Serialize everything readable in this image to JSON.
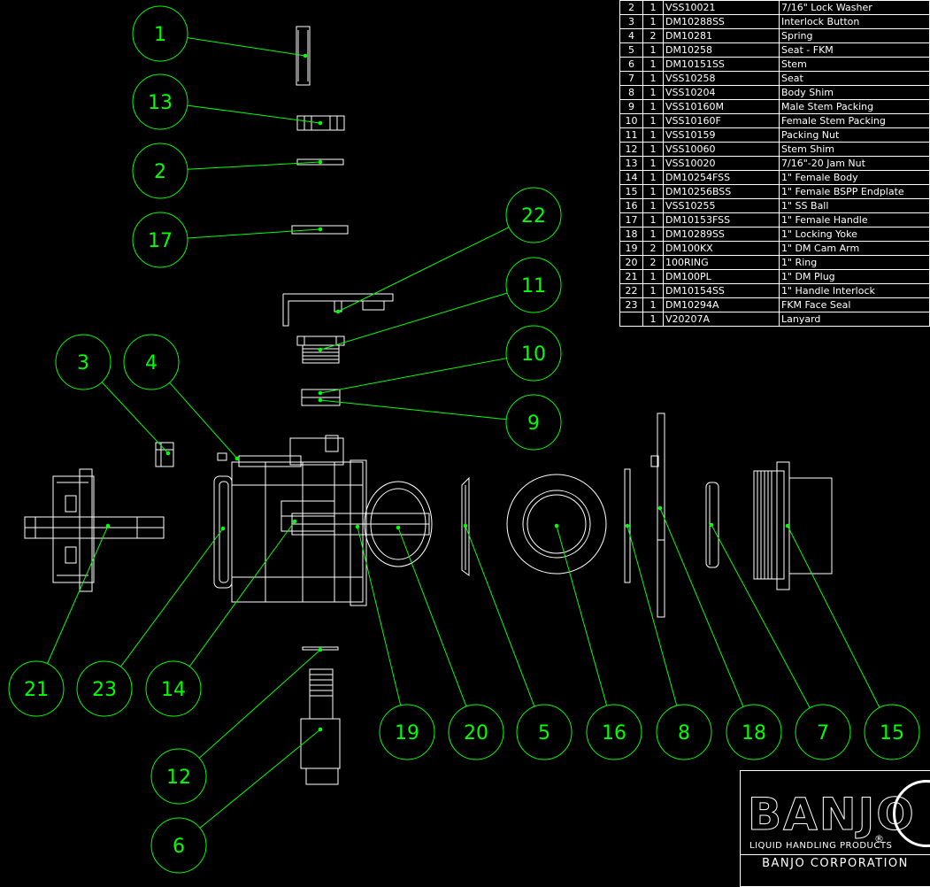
{
  "bom": [
    {
      "item": "2",
      "qty": "1",
      "part": "VSS10021",
      "desc": "7/16\" Lock Washer"
    },
    {
      "item": "3",
      "qty": "1",
      "part": "DM10288SS",
      "desc": "Interlock Button"
    },
    {
      "item": "4",
      "qty": "2",
      "part": "DM10281",
      "desc": "Spring"
    },
    {
      "item": "5",
      "qty": "1",
      "part": "DM10258",
      "desc": "Seat - FKM"
    },
    {
      "item": "6",
      "qty": "1",
      "part": "DM10151SS",
      "desc": "Stem"
    },
    {
      "item": "7",
      "qty": "1",
      "part": "VSS10258",
      "desc": "Seat"
    },
    {
      "item": "8",
      "qty": "1",
      "part": "VSS10204",
      "desc": "Body Shim"
    },
    {
      "item": "9",
      "qty": "1",
      "part": "VSS10160M",
      "desc": "Male Stem Packing"
    },
    {
      "item": "10",
      "qty": "1",
      "part": "VSS10160F",
      "desc": "Female Stem Packing"
    },
    {
      "item": "11",
      "qty": "1",
      "part": "VSS10159",
      "desc": "Packing Nut"
    },
    {
      "item": "12",
      "qty": "1",
      "part": "VSS10060",
      "desc": "Stem Shim"
    },
    {
      "item": "13",
      "qty": "1",
      "part": "VSS10020",
      "desc": "7/16\"-20 Jam Nut"
    },
    {
      "item": "14",
      "qty": "1",
      "part": "DM10254FSS",
      "desc": "1\" Female Body"
    },
    {
      "item": "15",
      "qty": "1",
      "part": "DM10256BSS",
      "desc": "1\" Female BSPP Endplate"
    },
    {
      "item": "16",
      "qty": "1",
      "part": "VSS10255",
      "desc": "1\" SS Ball"
    },
    {
      "item": "17",
      "qty": "1",
      "part": "DM10153FSS",
      "desc": "1\" Female Handle"
    },
    {
      "item": "18",
      "qty": "1",
      "part": "DM10289SS",
      "desc": "1\" Locking Yoke"
    },
    {
      "item": "19",
      "qty": "2",
      "part": "DM100KX",
      "desc": "1\" DM Cam Arm"
    },
    {
      "item": "20",
      "qty": "2",
      "part": "100RING",
      "desc": "1\" Ring"
    },
    {
      "item": "21",
      "qty": "1",
      "part": "DM100PL",
      "desc": "1\" DM Plug"
    },
    {
      "item": "22",
      "qty": "1",
      "part": "DM10154SS",
      "desc": "1\" Handle Interlock"
    },
    {
      "item": "23",
      "qty": "1",
      "part": "DM10294A",
      "desc": "FKM Face Seal"
    },
    {
      "item": "",
      "qty": "1",
      "part": "V20207A",
      "desc": "Lanyard"
    }
  ],
  "balloons": [
    "1",
    "13",
    "2",
    "17",
    "22",
    "11",
    "3",
    "4",
    "10",
    "9",
    "21",
    "23",
    "14",
    "19",
    "20",
    "5",
    "16",
    "8",
    "18",
    "7",
    "15",
    "12",
    "6"
  ],
  "title_block": {
    "brand": "BANJO",
    "registered": "®",
    "tagline": "LIQUID HANDLING PRODUCTS",
    "company": "BANJO CORPORATION"
  },
  "colors": {
    "background": "#000000",
    "linework": "#ffffff",
    "callouts": "#00ff00"
  }
}
